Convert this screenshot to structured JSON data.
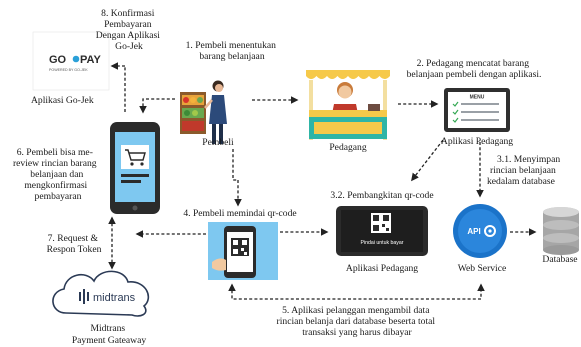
{
  "actors": {
    "gopay_logo": "GO",
    "gopay_logo_pay": "PAY",
    "gopay_powered": "POWERED BY GO-JEK",
    "gojek": "Aplikasi Go-Jek",
    "pembeli": "Pembeli",
    "pedagang": "Pedagang",
    "aplikasi_pedagang_top": "Aplikasi Pedagang",
    "aplikasi_pedagang_mid": "Aplikasi Pedagang",
    "web_service": "Web Service",
    "database": "Database",
    "midtrans_logo": "midtrans",
    "midtrans_1": "Midtrans",
    "midtrans_2": "Payment Gateaway",
    "menu_label": "MENU",
    "api_label": "API",
    "qr_caption": "Pindai untuk bayar"
  },
  "steps": {
    "s1": [
      "1. Pembeli menentukan",
      "barang belanjaan"
    ],
    "s2": [
      "2. Pedagang mencatat barang",
      "belanjaan pembeli dengan aplikasi."
    ],
    "s31": [
      "3.1. Menyimpan",
      "rincian belanjaan",
      "kedalam database"
    ],
    "s32": [
      "3.2. Pembangkitan qr-code"
    ],
    "s4": [
      "4. Pembeli memindai qr-code"
    ],
    "s5": [
      "5. Aplikasi pelanggan mengambil data",
      "rincian belanja dari database beserta total",
      "transaksi yang harus dibayar"
    ],
    "s6": [
      "6. Pembeli bisa me-",
      "review rincian barang",
      "belanjaan dan",
      "mengkonfirmasi",
      "pembayaran"
    ],
    "s7": [
      "7. Request &",
      "Respon Token"
    ],
    "s8": [
      "8. Konfirmasi",
      "Pembayaran",
      "Dengan Aplikasi",
      "Go-Jek"
    ]
  },
  "colors": {
    "gopay_blue": "#2aa0d8",
    "gojek_green": "#34a853",
    "merchant_yellow": "#f6c94a",
    "merchant_teal": "#2fb5a6",
    "api_blue": "#1b73c9",
    "midtrans_dark": "#2b3a55",
    "phone_screen": "#7ec8f0"
  }
}
